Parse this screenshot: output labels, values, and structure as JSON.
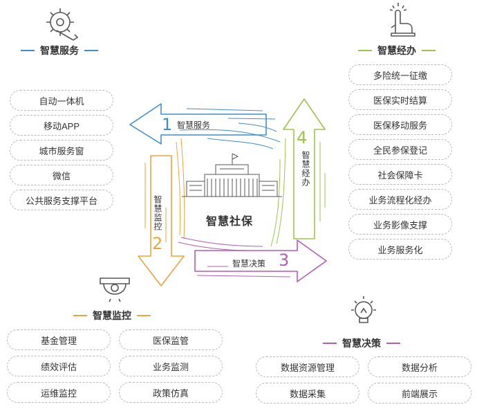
{
  "colors": {
    "service": "#3b8fd1",
    "monitor": "#f2a23a",
    "decision": "#b45cb5",
    "handle": "#9dc44a",
    "pill_border": "#b8b8b8"
  },
  "center": {
    "title": "智慧社保",
    "icon": "social-security-building-icon"
  },
  "service": {
    "title": "智慧服务",
    "icon": "gear-wrench-icon",
    "items": [
      "自动一体机",
      "移动APP",
      "城市服务窗",
      "微信",
      "公共服务支撑平台"
    ]
  },
  "handle": {
    "title": "智慧经办",
    "icon": "pointing-hand-icon",
    "items": [
      "多险统一征缴",
      "医保实时结算",
      "医保移动服务",
      "全民参保登记",
      "社会保障卡",
      "业务流程化经办",
      "业务影像支撑",
      "业务服务化"
    ]
  },
  "monitor": {
    "title": "智慧监控",
    "icon": "security-camera-icon",
    "items": [
      "基金管理",
      "医保监管",
      "绩效评估",
      "业务监测",
      "运维监控",
      "政策仿真"
    ]
  },
  "decision": {
    "title": "智慧决策",
    "icon": "light-bulb-icon",
    "items": [
      "数据资源管理",
      "数据分析",
      "数据采集",
      "前端展示"
    ]
  },
  "flows": [
    {
      "num": "1",
      "label": "智慧服务"
    },
    {
      "num": "2",
      "label": "智慧监控"
    },
    {
      "num": "3",
      "label": "智慧决策"
    },
    {
      "num": "4",
      "label": "智慧经办"
    }
  ]
}
